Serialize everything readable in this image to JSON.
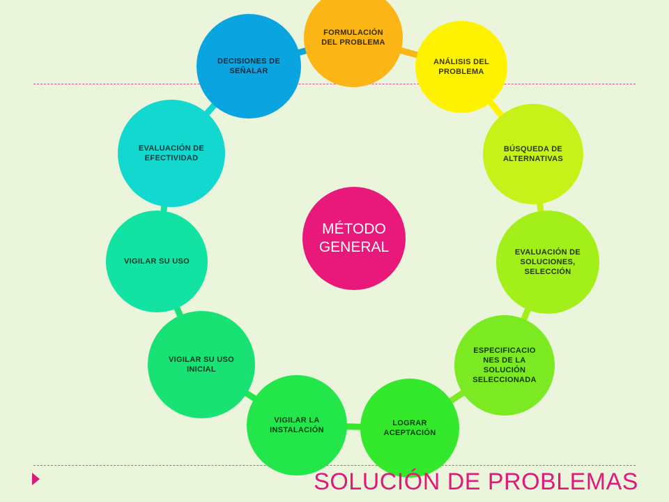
{
  "slide_title": "SOLUCIÓN DE PROBLEMAS",
  "center": {
    "label": "MÉTODO\nGENERAL",
    "color": "#e8197a"
  },
  "steps": [
    {
      "label": "FORMULACIÓN\nDEL PROBLEMA",
      "color": "#fbb515",
      "text_color": "#3a2a00"
    },
    {
      "label": "ANÁLISIS DEL\nPROBLEMA",
      "color": "#fff200",
      "text_color": "#3a3800"
    },
    {
      "label": "BÚSQUEDA DE\nALTERNATIVAS",
      "color": "#c7f219",
      "text_color": "#2d3a00"
    },
    {
      "label": "EVALUACIÓN DE\nSOLUCIONES,\nSELECCIÓN",
      "color": "#a3ef1a",
      "text_color": "#233800"
    },
    {
      "label": "ESPECIFICACIO\nNES DE LA\nSOLUCIÓN\nSELECCIONADA",
      "color": "#7bea22",
      "text_color": "#163600"
    },
    {
      "label": "LOGRAR\nACEPTACIÓN",
      "color": "#34e82c",
      "text_color": "#0a3a0a"
    },
    {
      "label": "VIGILAR LA\nINSTALACIÓN",
      "color": "#22e64a",
      "text_color": "#063a18"
    },
    {
      "label": "VIGILAR SU USO\nINICIAL",
      "color": "#18e273",
      "text_color": "#053a22"
    },
    {
      "label": "VIGILAR SU USO",
      "color": "#12e2a2",
      "text_color": "#04382c"
    },
    {
      "label": "EVALUACIÓN DE\nEFECTIVIDAD",
      "color": "#13d8d0",
      "text_color": "#043838"
    },
    {
      "label": "DECISIONES DE\nSEÑALAR",
      "color": "#0aa5e0",
      "text_color": "#022c40"
    }
  ],
  "colors": {
    "background": "#eaf5dc",
    "accent": "#e0197a",
    "dash": "#d94f8e"
  }
}
